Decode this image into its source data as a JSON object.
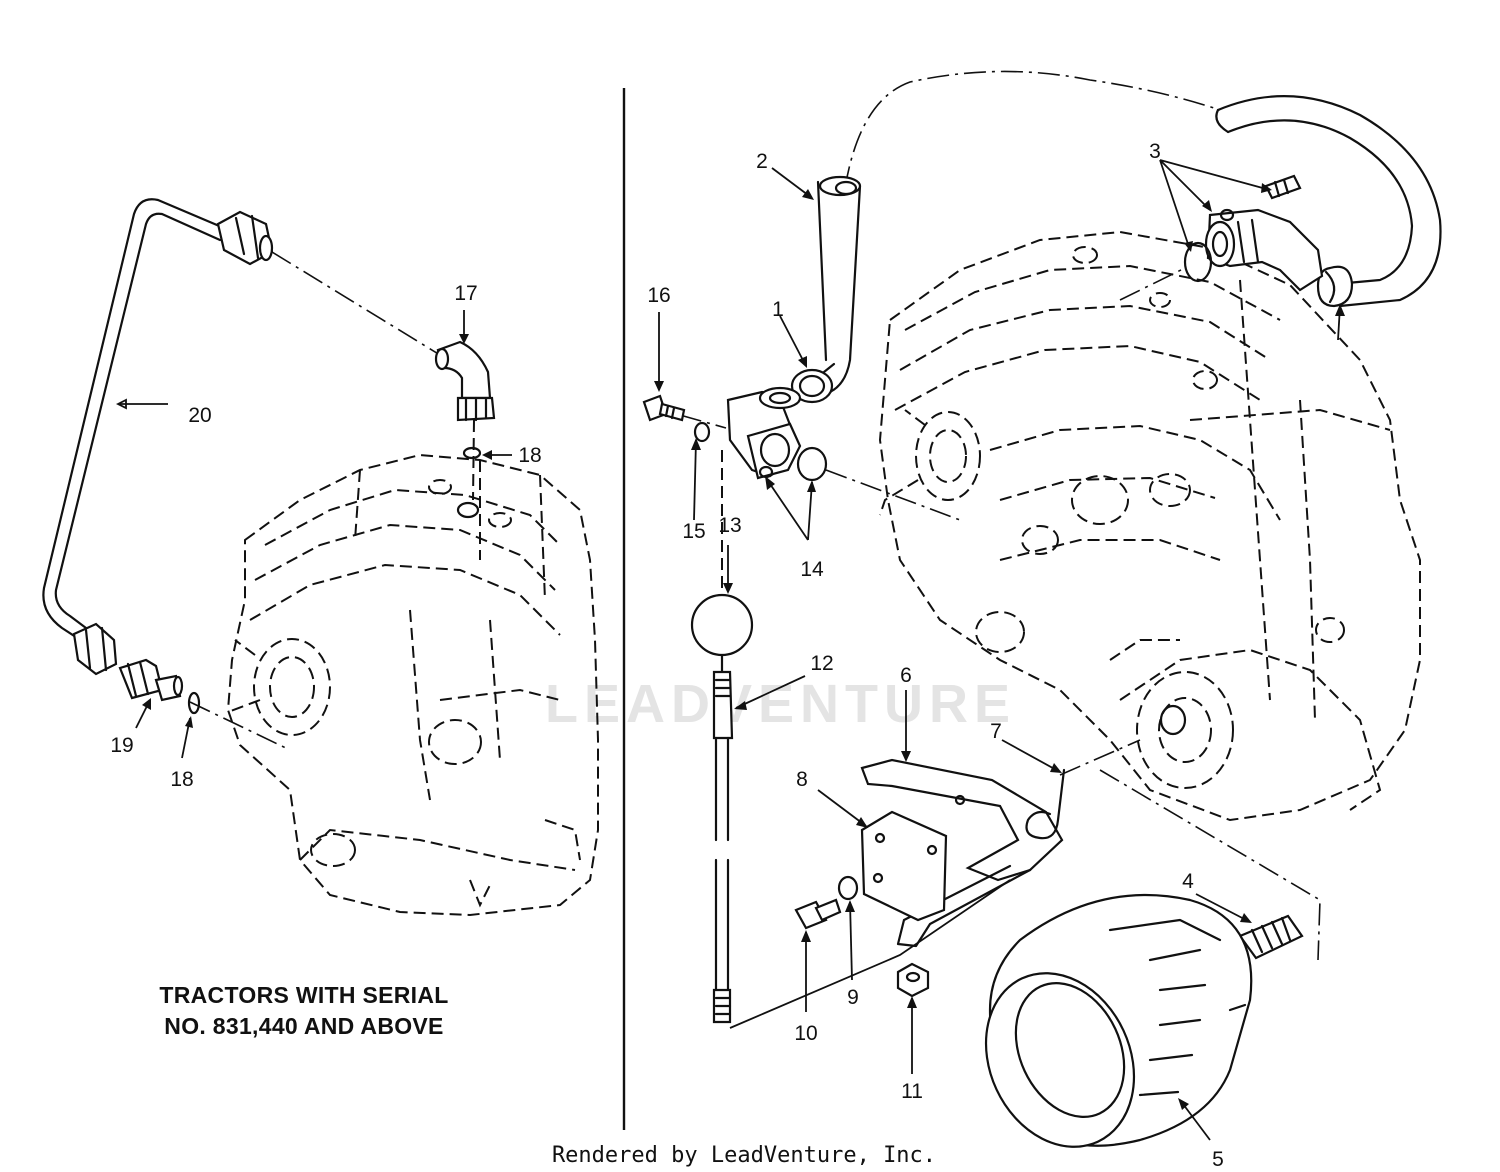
{
  "caption": {
    "line1": "TRACTORS WITH SERIAL",
    "line2": "NO. 831,440 AND ABOVE"
  },
  "footer": "Rendered by LeadVenture, Inc.",
  "watermark": "LEADVENTURE",
  "callouts": [
    {
      "id": "c1",
      "label": "1"
    },
    {
      "id": "c2",
      "label": "2"
    },
    {
      "id": "c3",
      "label": "3"
    },
    {
      "id": "c4",
      "label": "4"
    },
    {
      "id": "c5",
      "label": "5"
    },
    {
      "id": "c6",
      "label": "6"
    },
    {
      "id": "c7",
      "label": "7"
    },
    {
      "id": "c8",
      "label": "8"
    },
    {
      "id": "c9",
      "label": "9"
    },
    {
      "id": "c10",
      "label": "10"
    },
    {
      "id": "c11",
      "label": "11"
    },
    {
      "id": "c12",
      "label": "12"
    },
    {
      "id": "c13",
      "label": "13"
    },
    {
      "id": "c14",
      "label": "14"
    },
    {
      "id": "c15",
      "label": "15"
    },
    {
      "id": "c16",
      "label": "16"
    },
    {
      "id": "c17",
      "label": "17"
    },
    {
      "id": "c18a",
      "label": "18"
    },
    {
      "id": "c18b",
      "label": "18"
    },
    {
      "id": "c19",
      "label": "19"
    },
    {
      "id": "c20",
      "label": "20"
    }
  ]
}
